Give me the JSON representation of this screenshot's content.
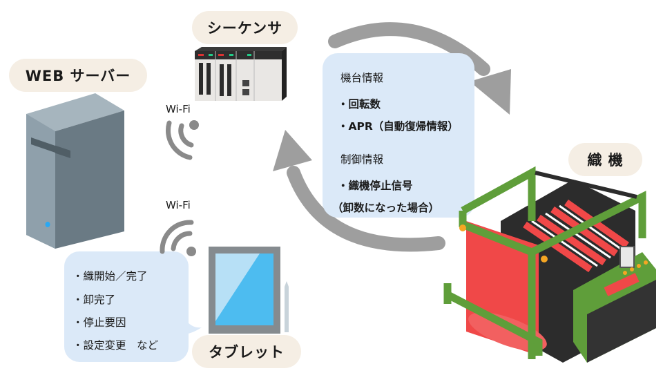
{
  "labels": {
    "web_server": "WEB サーバー",
    "sequencer": "シーケンサ",
    "loom": "織 機",
    "tablet": "タブレット",
    "wifi_top": "Wi-Fi",
    "wifi_bottom": "Wi-Fi"
  },
  "machine_info_bubble": {
    "heading1": "機台情報",
    "items1": [
      "・回転数",
      "・APR（自動復帰情報）"
    ],
    "heading2": "制御情報",
    "items2": [
      "・織機停止信号",
      "（卸数になった場合）"
    ]
  },
  "tablet_bubble": {
    "items": [
      "・織開始／完了",
      "・卸完了",
      "・停止要因",
      "・設定変更　など"
    ]
  },
  "colors": {
    "label_bg": "#f5eee4",
    "bubble_bg": "#dbe9f8",
    "arrow": "#9e9e9e",
    "wifi": "#8a8a8a",
    "loom_frame": "#5f9e3a",
    "loom_fabric": "#f04848",
    "server_front": "#8fa0ab",
    "server_side": "#6a7a84"
  }
}
